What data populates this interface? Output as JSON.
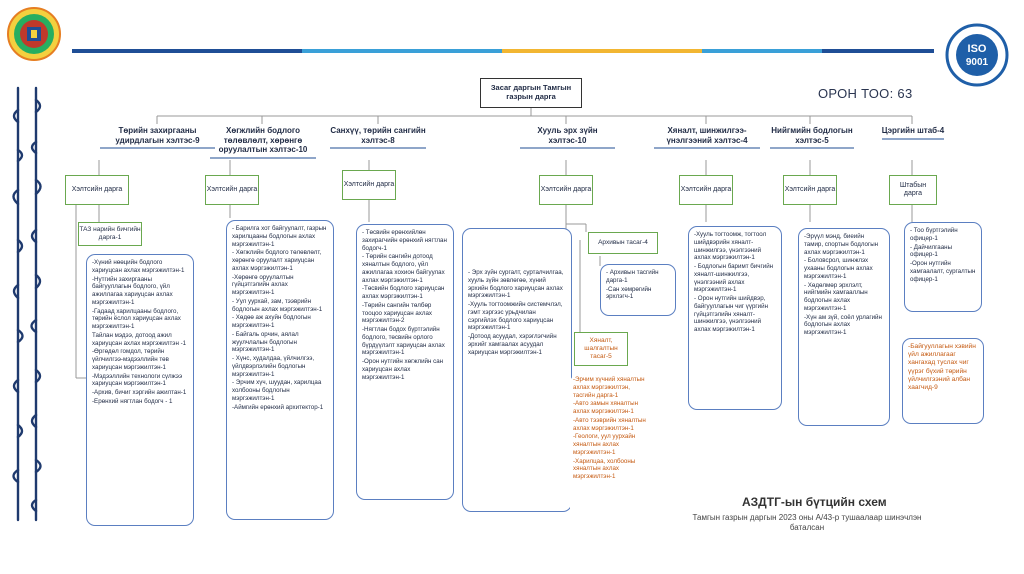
{
  "header": {
    "staff_count": "ОРОН ТОО: 63",
    "stripe_colors": [
      "#1f4e96",
      "#3aa0d8",
      "#f2b632",
      "#3aa0d8",
      "#1f4e96"
    ]
  },
  "top": {
    "label": "Засаг даргын Тамгын газрын дарга"
  },
  "departments": [
    {
      "title": "Төрийн захиргааны удирдлагын хэлтэс-9",
      "lead": "Хэлтсийн дарга",
      "extra": "ТАЗ нарийн бичгийн дарга-1",
      "items": [
        "-Хүний нөөцийн бодлого хариуцсан ахлах мэргэжилтэн-1",
        "-Нутгийн захиргааны байгууллагын бодлого, үйл ажиллагаа хариуцсан ахлах мэргэжилтэн-1",
        "-Гадаад харилцааны бодлого, төрийн ёслол хариуцсан ахлах мэргэжилтэн-1",
        "Тайлан мэдээ, дотоод ажил хариуцсан ахлах мэргэжилтэн -1",
        "-Өргөдөл гомдол, төрийн үйлчилгээ-мэдээллийн төв хариуцсан мэргэжилтэн-1",
        "-Мэдээллийн технологи сүлжээ хариуцсан мэргэжилтэн-1",
        "-Архив, бичиг хэргийн ажилтан-1",
        "-Ерөнхий нягтлан бодогч - 1"
      ]
    },
    {
      "title": "Хөгжлийн бодлого төлөвлөлт, хөрөнгө оруулалтын хэлтэс-10",
      "lead": "Хэлтсийн дарга",
      "items": [
        "- Барилга хот байгуулалт, газрын харилцааны бодлогын ахлах мэргэжилтэн-1",
        "- Хөгжлийн бодлого төлөвлөлт, хөрөнгө оруулалт хариуцсан ахлах мэргэжилтэн-1",
        "-Хөрөнгө оруулалтын гүйцэтгэлийн ахлах мэргэжилтэн-1",
        "- Уул уурхай, зам, тээврийн бодлогын ахлах мэргэжилтэн-1",
        "- Хөдөө аж ахуйн бодлогын мэргэжилтэн-1",
        "- Байгаль орчин, аялал жуулчлалын бодлогын мэргэжилтэн-1",
        "- Хүнс, худалдаа, үйлчилгээ, үйлдвэрлэлийн бодлогын мэргэжилтэн-1",
        "- Эрчим хүч, шуудан, харилцаа холбооны бодлогын мэргэжилтэн-1",
        "-Аймгийн ерөнхий архитектор-1"
      ]
    },
    {
      "title": "Санхүү, төрийн сангийн хэлтэс-8",
      "lead": "Хэлтсийн дарга",
      "items": [
        "- Төсвийн ерөнхийлөн захирагчийн ерөнхий нягтлан бодогч-1",
        "- Төрийн сангийн дотоод хяналтын бодлого, үйл ажиллагаа хохион байгуулах ахлах мэргэжилтэн-1",
        "-Төсвийн бодлого хариуцсан ахлах мэргэжилтэн-1",
        "-Төрийн сангийн төлбөр тооцоо хариуцсан ахлах мэргэжилтэн-2",
        "-Нягтлан бодох бүртгэлийн бодлого, төсвийн орлого бүрдүүлэлт хариуцсан ахлах мэргэжилтэн-1",
        "-Орон нутгийн хөгжлийн сан хариуцсан ахлах мэргэжилтэн-1"
      ]
    },
    {
      "title": "Хууль эрх зүйн хэлтэс-10",
      "lead": "Хэлтсийн дарга",
      "items": [
        "- Эрх зүйн сургалт, сурталчилгаа, хууль зүйн зөвлөгөө, хүний эрхийн бодлого хариуцсан ахлах мэргэжилтэн-1",
        "-Хууль тогтоомжийн системчлэл, гэмт хэргээс урьдчилан сэргийлэх бодлого хариуцсан мэргэжилтэн-1",
        "-Дотоод асуудал, хэрэглэгчийн эрхийг хамгаалах асуудал хариуцсан мэргэжилтэн-1"
      ],
      "archive": {
        "label": "Архивын тасаг-4",
        "items": [
          "- Архивын тасгийн дарга-1",
          "-Сан хөмрөгийн эрхлэгч-1"
        ]
      },
      "inspection": {
        "label": "Хяналт, шалгалтын тасаг-5",
        "items": [
          "-Эрчим хүчний хяналтын ахлах мэргэжилтэн, тасгийн дарга-1",
          "-Авто замын хяналтын ахлах мэргэжилтэн-1",
          "-Авто тээврийн хяналтын ахлах мэргэжилтэн-1",
          "-Геологи, уул уурхайн хяналтын ахлах мэргэжилтэн-1",
          "-Харилцаа, холбооны хяналтын ахлах мэргэжилтэн-1"
        ]
      }
    },
    {
      "title": "Хяналт, шинжилгээ-үнэлгээний хэлтэс-4",
      "lead": "Хэлтсийн дарга",
      "items": [
        "-Хууль тогтоомж, тогтоол шийдвэрийн хяналт-шинжилгээ, үнэлгээний ахлах мэргэжилтэн-1",
        "- Бодлогын баримт бичгийн хяналт-шинжилгээ, үнэлгээний ахлах мэргэжилтэн-1",
        "- Орон нутгийн шийдвэр, байгууллагын чиг үүргийн гүйцэтгэлийн хяналт-шинжилгээ, үнэлгээний ахлах мэргэжилтэн-1"
      ]
    },
    {
      "title": "Нийгмийн бодлогын хэлтэс-5",
      "lead": "Хэлтсийн дарга",
      "items": [
        "-Эрүүл мэнд, биеийн тамир, спортын бодлогын ахлах мэргэжилтэн-1",
        "- Боловсрол, шинжлэх ухааны бодлогын ахлах мэргэжилтэн-1",
        "- Хөдөлмөр эрхлэлт, нийгмийн хамгааллын бодлогын ахлах мэргэжилтэн-1",
        "-Хүн ам зүй, соёл урлагийн бодлогын ахлах мэргэжилтэн-1"
      ]
    },
    {
      "title": "Цэргийн штаб-4",
      "lead": "Штабын дарга",
      "items": [
        "- Тоо бүртгэлийн офицер-1",
        "- Дайчилгааны офицер-1",
        "-Орон нутгийн хамгаалалт, сургалтын офицер-1"
      ],
      "note": "-Байгууллагын хэвийн үйл ажиллагааг хангахад туслах чиг үүрэг бүхий төрийн үйлчилгээний албан хаагчид-9"
    }
  ],
  "footer": {
    "title": "АЗДТГ-ын бүтцийн схем",
    "subtitle": "Тамгын газрын даргын 2023 оны А/43-р тушаалаар шинэчлэн баталсан"
  }
}
